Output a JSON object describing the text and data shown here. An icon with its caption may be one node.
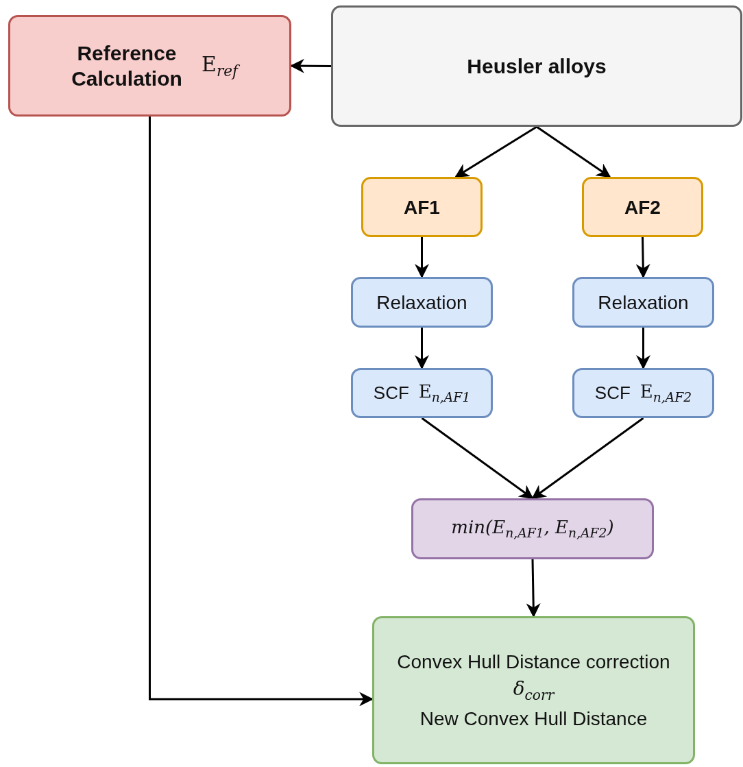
{
  "diagram": {
    "nodes": [
      {
        "text": [
          "Reference Calculation",
          "E$_{ref}$"
        ]
      },
      {
        "text": [
          "Heusler alloys"
        ]
      },
      {
        "text": [
          "AF1"
        ]
      },
      {
        "text": [
          "AF2"
        ]
      },
      {
        "text": [
          "Relaxation"
        ]
      },
      {
        "text": [
          "Relaxation"
        ]
      },
      {
        "text": [
          "SCF",
          "E$_{n,AF1}$"
        ]
      },
      {
        "text": [
          "SCF",
          "E$_{n,AF2}$"
        ]
      },
      {
        "text": [
          "min(E$_{n,AF1}$, E$_{n,AF2}$)"
        ]
      },
      {
        "text": [
          "Convex Hull Distance correction",
          "δ$_{corr}$",
          "New Convex Hull Distance"
        ]
      }
    ],
    "edges": [
      {
        "from": 1,
        "to": 0,
        "arrow": "to"
      },
      {
        "from": 1,
        "to": 2,
        "arrow": "to"
      },
      {
        "from": 1,
        "to": 3,
        "arrow": "to"
      },
      {
        "from": 2,
        "to": 4,
        "arrow": "to"
      },
      {
        "from": 3,
        "to": 5,
        "arrow": "to"
      },
      {
        "from": 4,
        "to": 6,
        "arrow": "to"
      },
      {
        "from": 5,
        "to": 7,
        "arrow": "to"
      },
      {
        "from": 6,
        "to": 8,
        "arrow": "to"
      },
      {
        "from": 7,
        "to": 8,
        "arrow": "to"
      },
      {
        "from": 8,
        "to": 9,
        "arrow": "to"
      },
      {
        "from": 0,
        "to": 9,
        "arrow": "to"
      }
    ]
  }
}
